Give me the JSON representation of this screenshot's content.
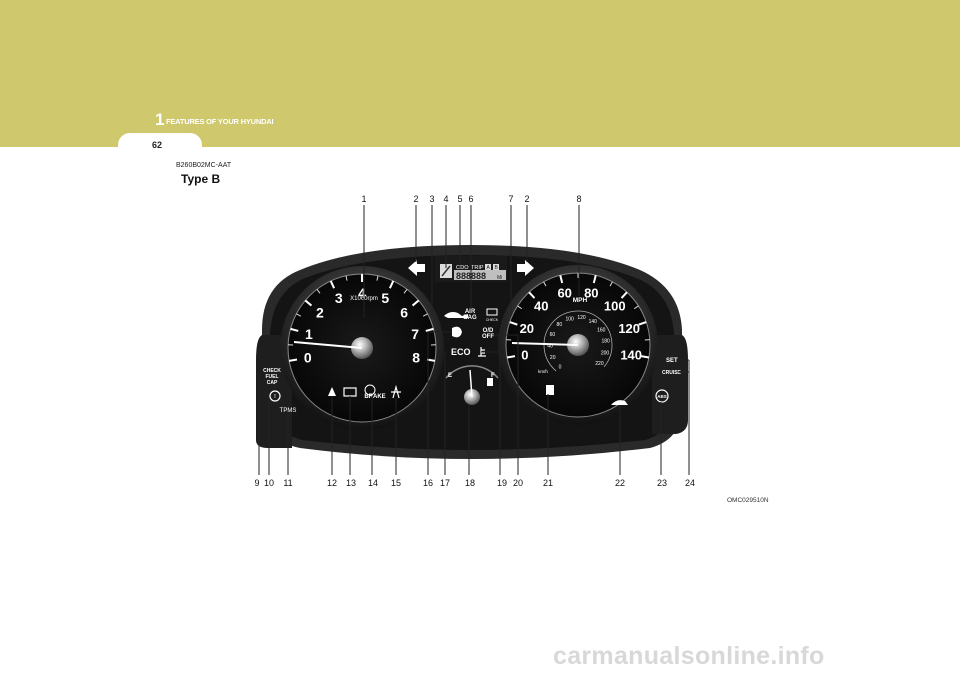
{
  "header": {
    "chapter_number": "1",
    "chapter_title": "FEATURES OF YOUR HYUNDAI",
    "page_number": "62",
    "band_color": "#cfc86c"
  },
  "section": {
    "code": "B260B02MC-AAT",
    "heading": "Type B"
  },
  "figure": {
    "code": "OMC029510N",
    "callouts_top": [
      "1",
      "2",
      "3",
      "4",
      "5",
      "6",
      "7",
      "2",
      "8"
    ],
    "callouts_bottom": [
      "9",
      "10",
      "11",
      "12",
      "13",
      "14",
      "15",
      "16",
      "17",
      "18",
      "19",
      "20",
      "21",
      "22",
      "23",
      "24"
    ],
    "tach": {
      "labels": [
        "0",
        "1",
        "2",
        "3",
        "4",
        "5",
        "6",
        "7",
        "8"
      ],
      "unit": "X1000rpm"
    },
    "speedo": {
      "mph_labels": [
        "0",
        "20",
        "40",
        "60",
        "80",
        "100",
        "120",
        "140"
      ],
      "mph_unit": "MPH",
      "kmh_labels": [
        "0",
        "20",
        "40",
        "60",
        "80",
        "100",
        "120",
        "140",
        "160",
        "180",
        "200",
        "220"
      ],
      "kmh_unit": "km/h"
    },
    "lcd": {
      "odo": "ODO",
      "trip": "TRIP",
      "a": "A",
      "b": "B",
      "digits": "888888",
      "unit": "Mi"
    },
    "indicators": {
      "check_fuel_cap": [
        "CHECK",
        "FUEL",
        "CAP"
      ],
      "tpms": "TPMS",
      "brake": "BRAKE",
      "air_bag": [
        "AIR",
        "BAG"
      ],
      "check": "CHECK",
      "od_off": [
        "O/D",
        "OFF"
      ],
      "eco": "ECO",
      "fuel_e": "E",
      "fuel_f": "F",
      "set": "SET",
      "cruise": "CRUISE",
      "abs": "ABS"
    }
  },
  "watermark": "carmanualsonline.info"
}
